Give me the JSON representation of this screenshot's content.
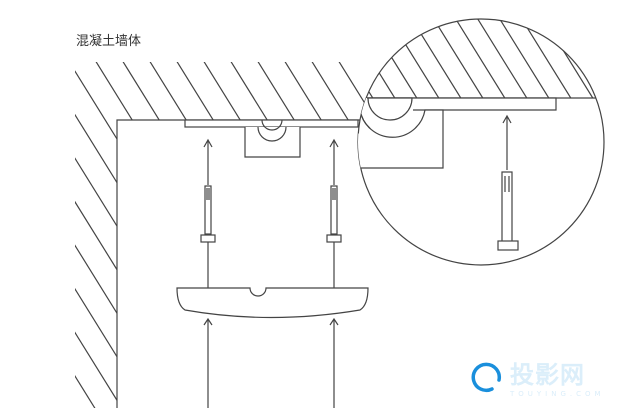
{
  "diagram": {
    "wall_label": "混凝土墙体",
    "watermark": {
      "name": "投影网",
      "domain": "TOUYING.COM",
      "color": "#1a8fdc"
    }
  }
}
